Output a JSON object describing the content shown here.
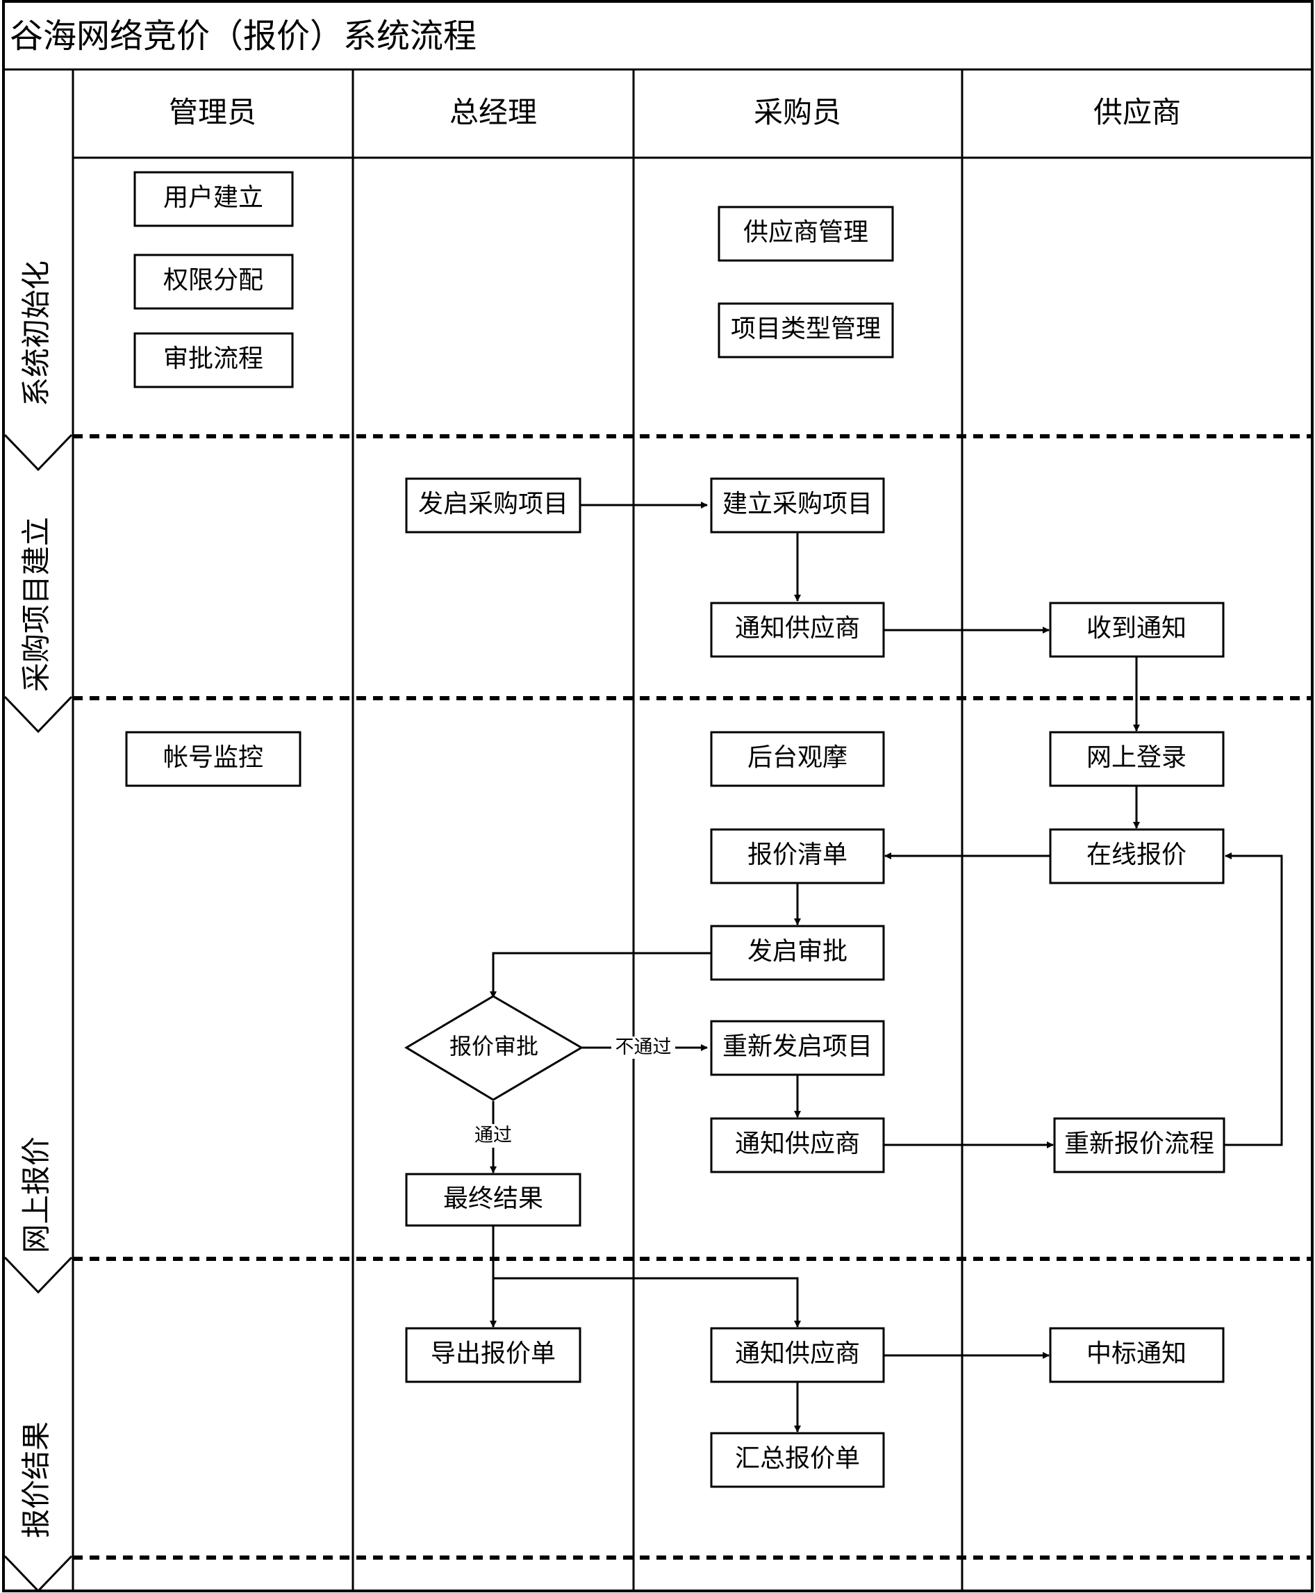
{
  "title": "谷海网络竞价（报价）系统流程",
  "lanes": [
    "管理员",
    "总经理",
    "采购员",
    "供应商"
  ],
  "phases": [
    "系统初始化",
    "采购项目建立",
    "网上报价",
    "报价结果"
  ],
  "nodes": {
    "user_create": "用户建立",
    "perm_assign": "权限分配",
    "approval_flow": "审批流程",
    "supplier_mgmt": "供应商管理",
    "project_type_mgmt": "项目类型管理",
    "start_purchase": "发启采购项目",
    "build_purchase": "建立采购项目",
    "notify_supplier_1": "通知供应商",
    "receive_notice": "收到通知",
    "account_monitor": "帐号监控",
    "backend_observe": "后台观摩",
    "online_login": "网上登录",
    "quote_list": "报价清单",
    "online_quote": "在线报价",
    "start_approval": "发启审批",
    "quote_approval": "报价审批",
    "restart_project": "重新发启项目",
    "notify_supplier_2": "通知供应商",
    "requote_flow": "重新报价流程",
    "final_result": "最终结果",
    "export_quote": "导出报价单",
    "notify_supplier_3": "通知供应商",
    "award_notice": "中标通知",
    "summary_quote": "汇总报价单"
  },
  "edge_labels": {
    "reject": "不通过",
    "pass": "通过"
  }
}
